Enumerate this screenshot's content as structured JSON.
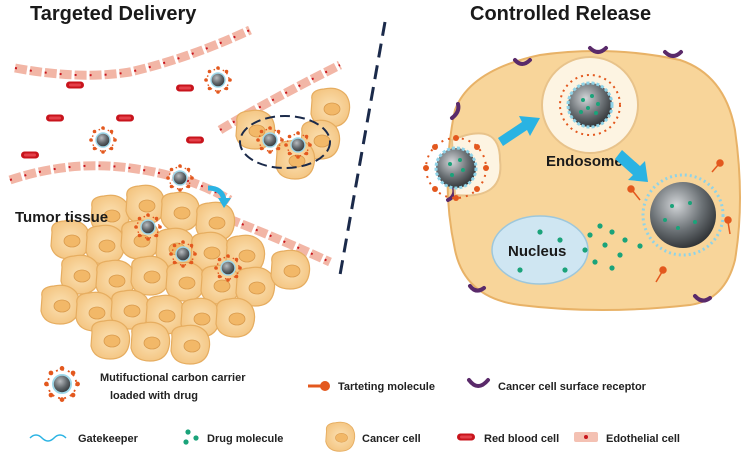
{
  "sections": {
    "left_title": "Targeted Delivery",
    "right_title": "Controlled Release"
  },
  "labels": {
    "tumor_tissue": "Tumor tissue",
    "endosome": "Endosome",
    "nucleus": "Nucleus"
  },
  "legend": {
    "carrier_line1": "Mutifuctional carbon carrier",
    "carrier_line2": "loaded with drug",
    "targeting": "Tarteting molecule",
    "receptor": "Cancer cell surface receptor",
    "gatekeeper": "Gatekeeper",
    "drug": "Drug molecule",
    "cancer_cell": "Cancer cell",
    "rbc": "Red blood cell",
    "endothelial": "Edothelial cell"
  },
  "colors": {
    "cell_fill": "#f7cf8f",
    "cell_stroke": "#e3a95a",
    "rbc": "#c8141c",
    "endothelial": "#f4c1b3",
    "arrow": "#2ab3e3",
    "carrier_core": "#555b60",
    "drug": "#1aa37a",
    "receptor": "#5a2a6a",
    "targeting": "#e3581e",
    "nucleus": "#cfe6f2"
  }
}
